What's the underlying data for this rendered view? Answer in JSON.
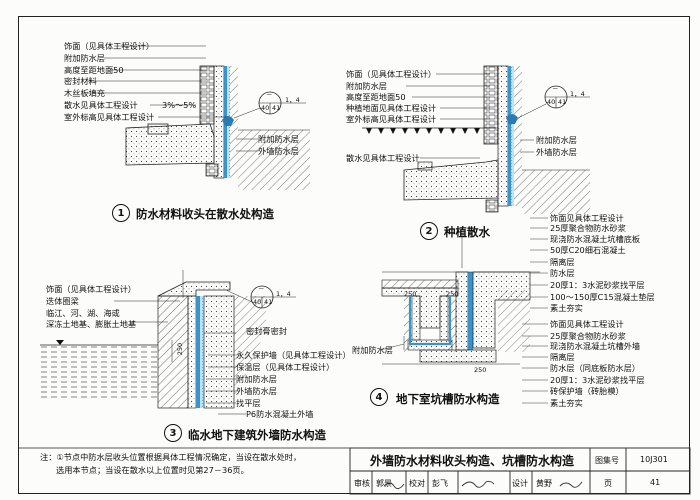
{
  "detail1": {
    "labels": [
      "饰面（见具体工程设计）",
      "附加防水层",
      "高度至距地面50",
      "密封材料",
      "木丝板填充",
      "散水见具体工程设计",
      "室外标高见具体工程设计"
    ],
    "slope": "3%～5%",
    "right_labels": [
      "附加防水层",
      "外墙防水层"
    ],
    "index_top": "－",
    "index_bottom_left": "40",
    "index_bottom_right": "41",
    "index_top_right": "1，4",
    "number": "1",
    "title": "防水材料收头在散水处构造"
  },
  "detail2": {
    "labels": [
      "饰面（见具体工程设计）",
      "附加防水层",
      "高度至距地面50",
      "种植地面见具体工程设计",
      "室外标高见具体工程设计"
    ],
    "lower_label": "散水见具体工程设计",
    "right_labels": [
      "附加防水层",
      "外墙防水层"
    ],
    "index_top": "－",
    "index_bottom_left": "40",
    "index_bottom_right": "41",
    "index_top_right": "1，4",
    "number": "2",
    "title": "种植散水"
  },
  "detail3": {
    "labels": [
      "饰面（见具体工程设计）",
      "迭体圈梁",
      "临江、河、湖、海或",
      "深冻土地基、膨胀土地基"
    ],
    "right_labels": [
      "密封膏密封",
      "永久保护墙（见具体工程设计）",
      "保温层（见具体工程设计）",
      "附加防水层",
      "外墙防水层",
      "找平层",
      "P6防水混凝土外墙"
    ],
    "dim": "250",
    "index_top": "－",
    "index_bottom_left": "40",
    "index_bottom_right": "41",
    "index_top_right": "1，4",
    "number": "3",
    "title": "临水地下建筑外墙防水构造"
  },
  "detail4": {
    "upper_labels": [
      "饰面见具体工程设计",
      "25厚聚合物防水砂浆",
      "现浇防水混凝土坑槽底板",
      "50厚C20细石混凝土",
      "隔离层",
      "防水层",
      "20厚1：3水泥砂浆找平层",
      "100～150厚C15混凝土垫层",
      "素土夯实"
    ],
    "lower_labels": [
      "饰面见具体工程设计",
      "25厚聚合物防水砂浆",
      "现浇防水混凝土坑槽外墙",
      "隔离层",
      "防水层（同底板防水层）",
      "20厚1：3水泥砂浆找平层",
      "砖保护墙（砖胎模）",
      "素土夯实"
    ],
    "left_label": "附加防水层",
    "dims": [
      "250",
      "250",
      "250"
    ],
    "number": "4",
    "title": "地下室坑槽防水构造"
  },
  "note": {
    "line1": "注：①节点中防水层收头位置根据具体工程情况确定，当设在散水处时，",
    "line2": "选用本节点；当设在散水以上位置时见第27－36页。"
  },
  "titleblock": {
    "main_title": "外墙防水材料收头构造、坑槽防水构造",
    "atlas_label": "图集号",
    "atlas_no": "10J301",
    "review_label": "审核",
    "review_name": "郭景",
    "check_label": "校对",
    "check_name": "彭飞",
    "design_label": "设计",
    "design_name": "黄野",
    "page_label": "页",
    "page_no": "41"
  }
}
